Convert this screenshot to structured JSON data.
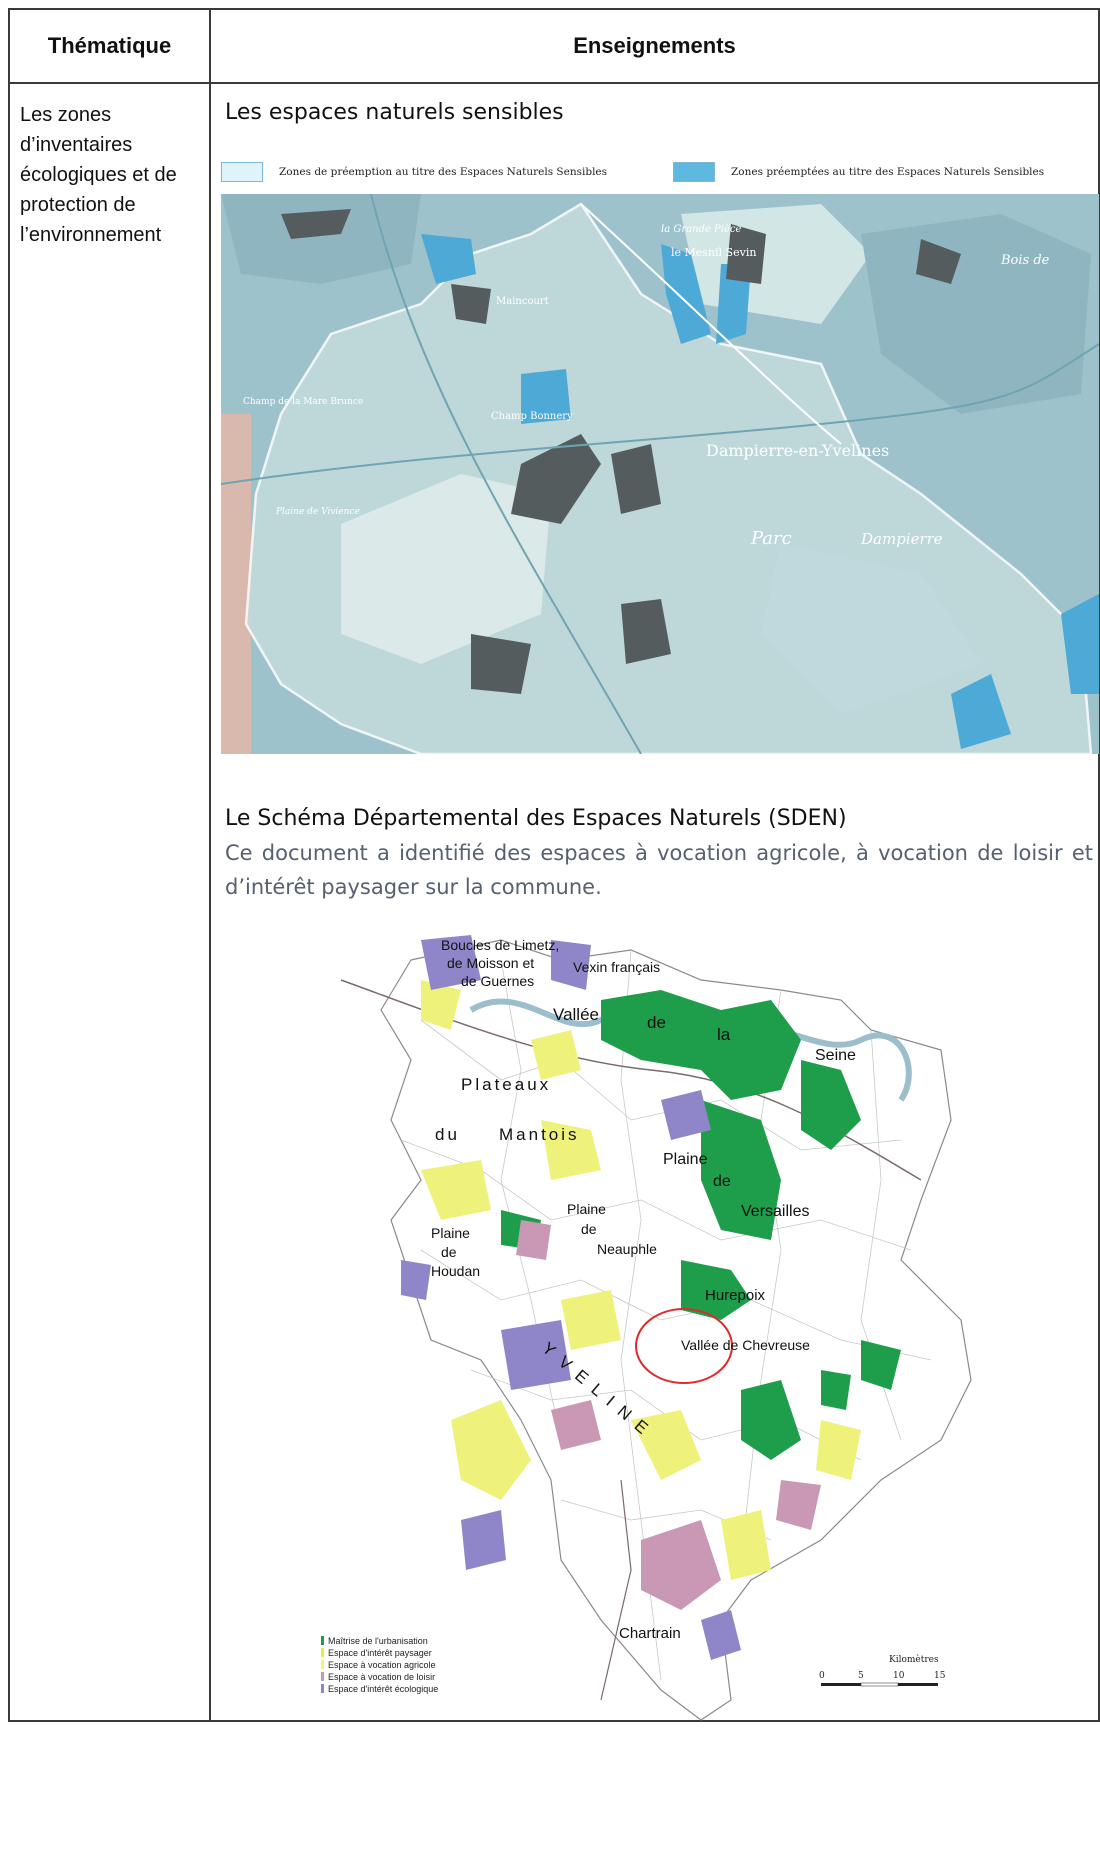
{
  "table": {
    "header_col1": "Thématique",
    "header_col2": "Enseignements"
  },
  "theme": {
    "label": "Les zones d’inventaires écologiques et de protection de l’environnement"
  },
  "section1": {
    "title": "Les espaces naturels sensibles",
    "legend": {
      "item1": "Zones de préemption au titre des Espaces Naturels Sensibles",
      "item1_color": "#dff3fa",
      "item2": "Zones préemptées au titre des Espaces Naturels Sensibles",
      "item2_color": "#5fb8e0"
    },
    "map_labels": {
      "l1": "le Mesnil Sevin",
      "l2": "Dampierre-en-Yvelines",
      "l3": "Parc",
      "l4": "Dampierre",
      "l5": "Champ Bonnery",
      "l6": "Bois de",
      "l7": "Plaine de Vivience",
      "l8": "la Grande Pièce",
      "l9": "Maincourt",
      "l10": "Champ de la Mare Brunce"
    }
  },
  "section2": {
    "title": "Le Schéma Départemental des Espaces Naturels (SDEN)",
    "text": "Ce document a identifié des espaces à vocation agricole, à vocation de loisir et d’intérêt paysager sur la commune.",
    "map_labels": {
      "boucles": "Boucles de Limetz,",
      "moisson": "de Moisson et",
      "guernes": "de Guernes",
      "vexin": "Vexin français",
      "vallee": "Vallée",
      "de": "de",
      "la": "la",
      "seine": "Seine",
      "plateaux": "Plateaux",
      "du": "du",
      "mantois": "Mantois",
      "plaine_v": "Plaine",
      "de_v": "de",
      "versailles": "Versailles",
      "plaine_n": "Plaine",
      "de_n": "de",
      "neauphle": "Neauphle",
      "plaine_h": "Plaine",
      "de_h": "de",
      "houdan": "Houdan",
      "hurepoix": "Hurepoix",
      "chevreuse": "Vallée de Chevreuse",
      "yveline": "YVELINE",
      "chartrain": "Chartrain"
    },
    "legend": {
      "l1": "Maîtrise de l'urbanisation",
      "l1_color": "#1e9e4a",
      "l2": "Espace d'intérêt paysager",
      "l2_color": "#e6ef3a",
      "l3": "Espace à vocation agricole",
      "l3_color": "#f4f27a",
      "l4": "Espace à vocation de loisir",
      "l4_color": "#c998b4",
      "l5": "Espace d'intérêt écologique",
      "l5_color": "#8e86c8"
    },
    "scale": {
      "title": "Kilomètres",
      "t0": "0",
      "t5": "5",
      "t10": "10",
      "t15": "15"
    }
  }
}
